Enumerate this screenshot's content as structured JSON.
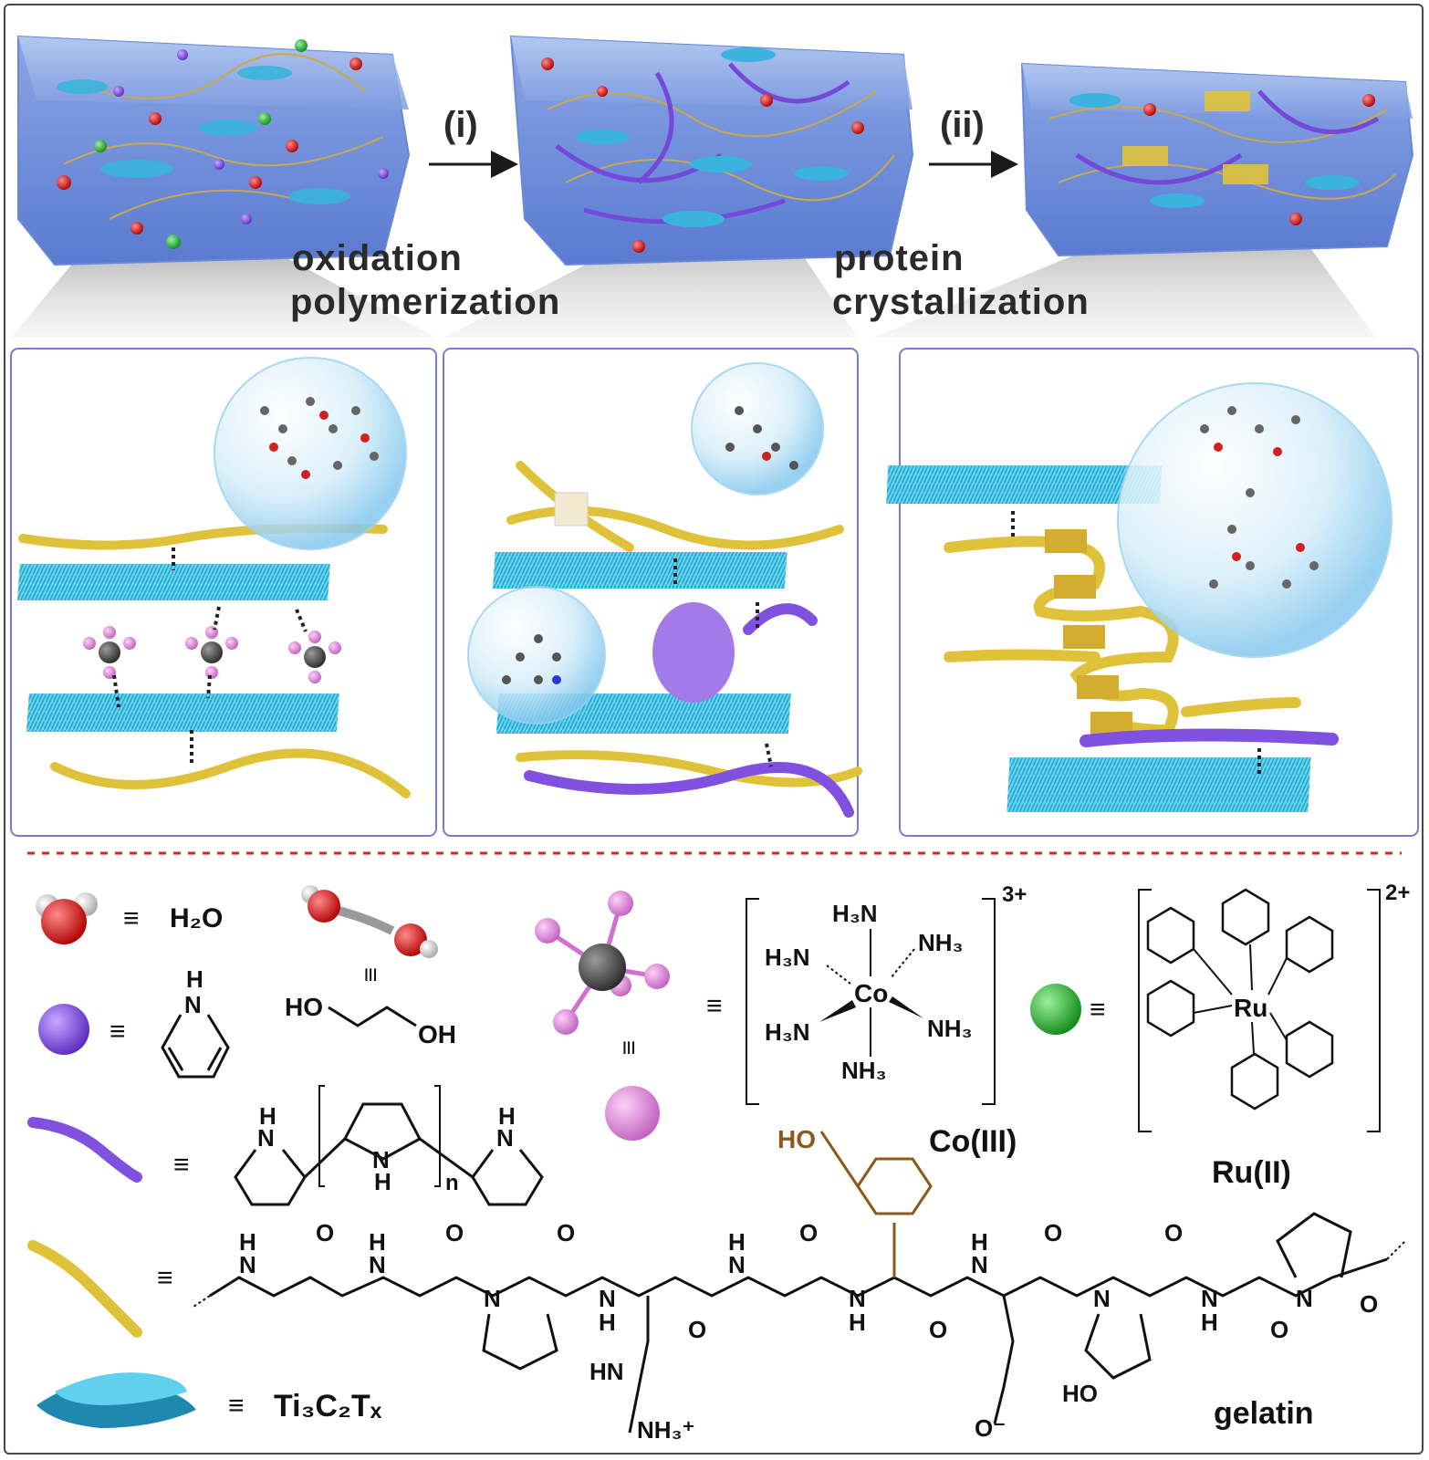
{
  "top": {
    "step_i": "(i)",
    "step_ii": "(ii)",
    "step1_line1": "oxidation",
    "step1_line2": "polymerization",
    "step2_line1": "protein",
    "step2_line2": "crystallization"
  },
  "legend": {
    "water": "H₂O",
    "pyrrole_nh": "H",
    "pyrrole_n": "N",
    "eg_ho": "HO",
    "eg_oh": "OH",
    "equiv": "≡",
    "co_charge": "3+",
    "co_label": "Co(III)",
    "co_h3n_top": "H₃N",
    "co_h3n_left": "H₃N",
    "co_nh3_right": "NH₃",
    "co_h3n_lower_left": "H₃N",
    "co_nh3_lower_right": "NH₃",
    "co_nh3_bottom": "NH₃",
    "co_center": "Co",
    "ru_charge": "2+",
    "ru_label": "Ru(II)",
    "ru_center": "Ru",
    "ppy_n_sub": "n",
    "ti_label": "Ti₃C₂Tₓ",
    "gelatin_label": "gelatin",
    "tyrosine_ho": "HO",
    "arg_group": "NH₃⁺",
    "arg_hn": "HN",
    "hyp_ho": "HO",
    "glu_o": "O⁻"
  },
  "colors": {
    "water_red": "#d01818",
    "pyrrole_purple": "#7a48d8",
    "ru_green": "#22b02a",
    "co_pink": "#e68ad8",
    "polypyrrole": "#8050e0",
    "gelatin_yellow": "#e0c23a",
    "mxene_cyan": "#3cc0e0",
    "tyrosine_brown": "#8a5a1a",
    "divider_red": "#e02020",
    "panel_border": "#7a7ad8"
  }
}
